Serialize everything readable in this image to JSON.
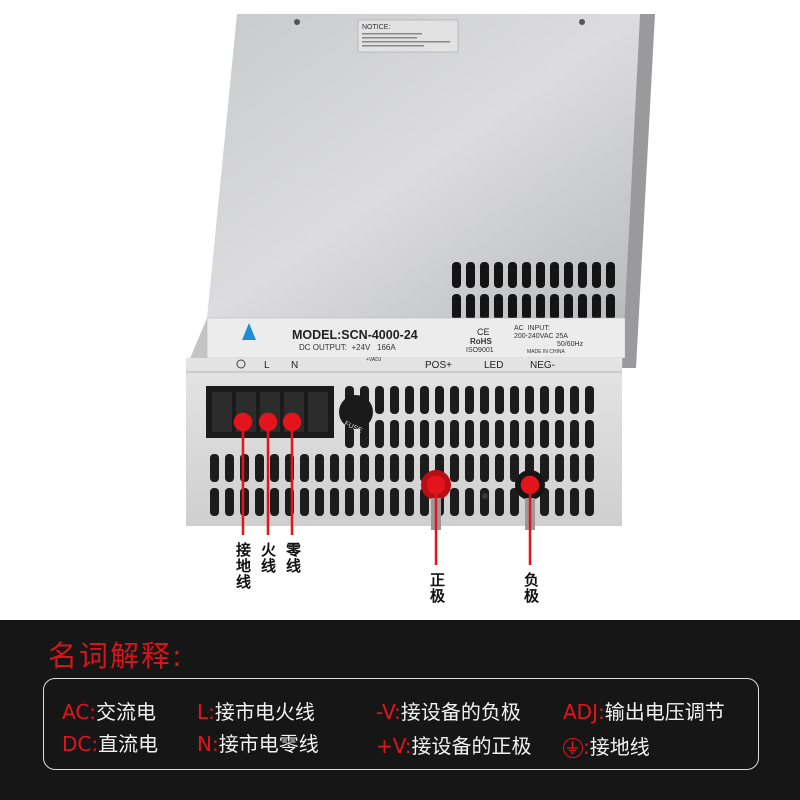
{
  "product": {
    "notice_title": "NOTICE:",
    "model": "MODEL:SCN-4000-24",
    "dc_output": "DC OUTPUT:  +24V   166A",
    "ce": "CE",
    "rohs": "RoHS",
    "iso": "ISO9001",
    "ac_input_title": "AC  INPUT:",
    "ac_input_value": "200-240VAC 25A",
    "frequency": "50/60Hz",
    "made_in": "MADE IN CHINA",
    "terminal_labels": {
      "l": "L",
      "n": "N",
      "vadj": "+VADJ",
      "pos": "POS+",
      "led": "LED",
      "neg": "NEG-",
      "fuse": "FUSE"
    }
  },
  "callouts": {
    "ground": "接地线",
    "live": "火线",
    "neutral": "零线",
    "positive": "正极",
    "negative": "负极"
  },
  "glossary": {
    "title": "名词解释:",
    "items": [
      {
        "key": "AC:",
        "value": "交流电"
      },
      {
        "key": "DC:",
        "value": "直流电"
      },
      {
        "key": "L:",
        "value": "接市电火线"
      },
      {
        "key": "N:",
        "value": "接市电零线"
      },
      {
        "key": "-V:",
        "value": "接设备的负极"
      },
      {
        "key": "+V:",
        "value": "接设备的正极"
      },
      {
        "key": "ADJ:",
        "value": "输出电压调节"
      },
      {
        "key": ":",
        "value": "接地线"
      }
    ]
  },
  "colors": {
    "accent": "#e3141b",
    "panel_bg": "#161616"
  }
}
